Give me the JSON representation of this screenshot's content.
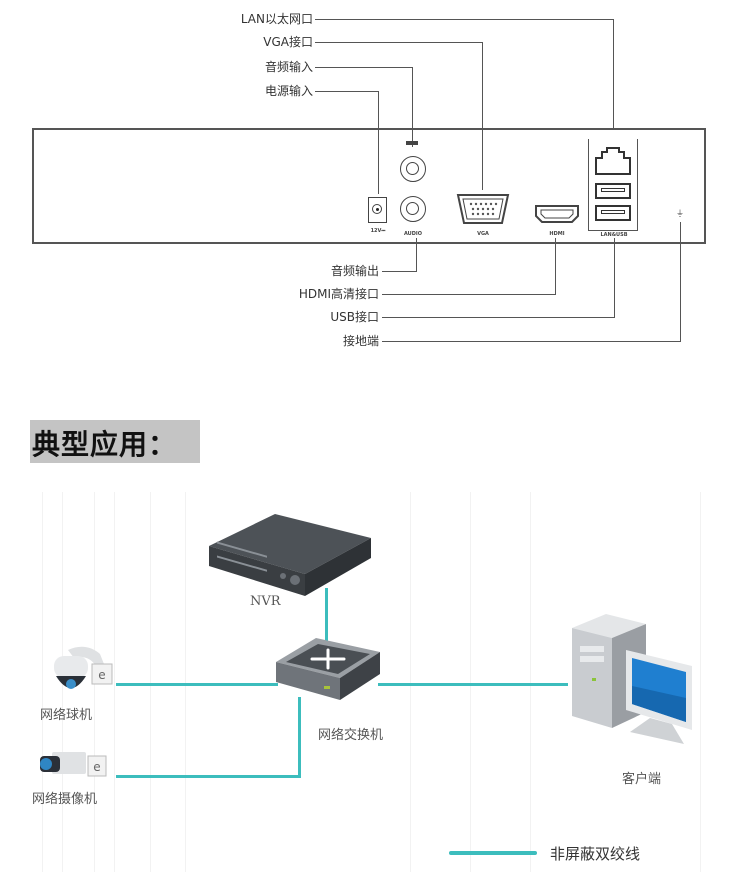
{
  "panel": {
    "top_labels": [
      {
        "id": "lan",
        "text": "LAN以太网口"
      },
      {
        "id": "vga",
        "text": "VGA接口"
      },
      {
        "id": "audio_in",
        "text": "音频输入"
      },
      {
        "id": "power_in",
        "text": "电源输入"
      }
    ],
    "bottom_labels": [
      {
        "id": "audio_out",
        "text": "音频输出"
      },
      {
        "id": "hdmi",
        "text": "HDMI高清接口"
      },
      {
        "id": "usb",
        "text": "USB接口"
      },
      {
        "id": "ground",
        "text": "接地端"
      }
    ],
    "port_captions": {
      "power": "12V⎓",
      "audio": "AUDIO",
      "vga": "VGA",
      "hdmi": "HDMI",
      "lan_usb": "LAN&USB"
    }
  },
  "section": {
    "title": "典型应用："
  },
  "topology": {
    "devices": {
      "nvr": "NVR",
      "switch": "网络交换机",
      "dome_camera": "网络球机",
      "box_camera": "网络摄像机",
      "client": "客户端"
    },
    "legend": {
      "label": "非屏蔽双绞线",
      "color": "#3cbdbd"
    }
  }
}
